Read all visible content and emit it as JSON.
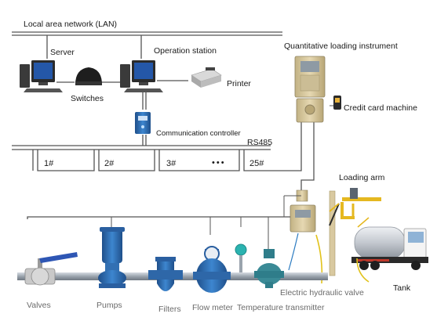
{
  "labels": {
    "lan": "Local area network (LAN)",
    "server": "Server",
    "operation_station": "Operation station",
    "switches": "Switches",
    "printer": "Printer",
    "communication_controller": "Communication controller",
    "rs485": "RS485",
    "quantitative_loading_instrument": "Quantitative loading instrument",
    "credit_card_machine": "Credit card machine",
    "loading_arm": "Loading arm",
    "valves": "Valves",
    "pumps": "Pumps",
    "filters": "Filters",
    "flow_meter": "Flow meter",
    "temperature_transmitter": "Temperature transmitter",
    "electric_hydraulic_valve": "Electric hydraulic valve",
    "tank": "Tank"
  },
  "bus_slots": [
    "1#",
    "2#",
    "3#",
    "•••",
    "25#"
  ],
  "colors": {
    "line": "#555555",
    "pipe": "#9aa3ad",
    "equipment_blue": "#2f6fb5",
    "device_beige": "#d9c9a0",
    "truck_silver": "#c8ccd2"
  }
}
